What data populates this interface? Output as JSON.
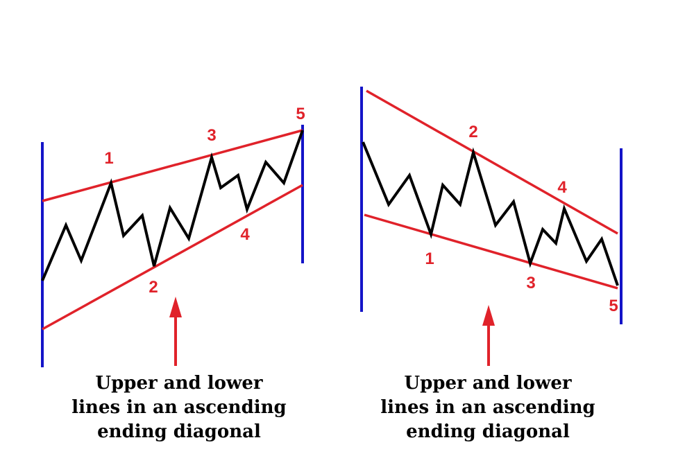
{
  "colors": {
    "boundary": "#1414c8",
    "trendline": "#e0222a",
    "wave": "#000000",
    "label": "#e0222a",
    "arrow": "#e0222a",
    "caption": "#000000"
  },
  "diagrams": [
    {
      "caption_lines": [
        "Upper and lower",
        "lines in an ascending",
        "ending diagonal"
      ],
      "wave_labels": [
        "1",
        "3",
        "5",
        "2",
        "4"
      ]
    },
    {
      "caption_lines": [
        "Upper and lower",
        "lines in an ascending",
        "ending diagonal"
      ],
      "wave_labels": [
        "2",
        "4",
        "1",
        "3",
        "5"
      ]
    }
  ]
}
